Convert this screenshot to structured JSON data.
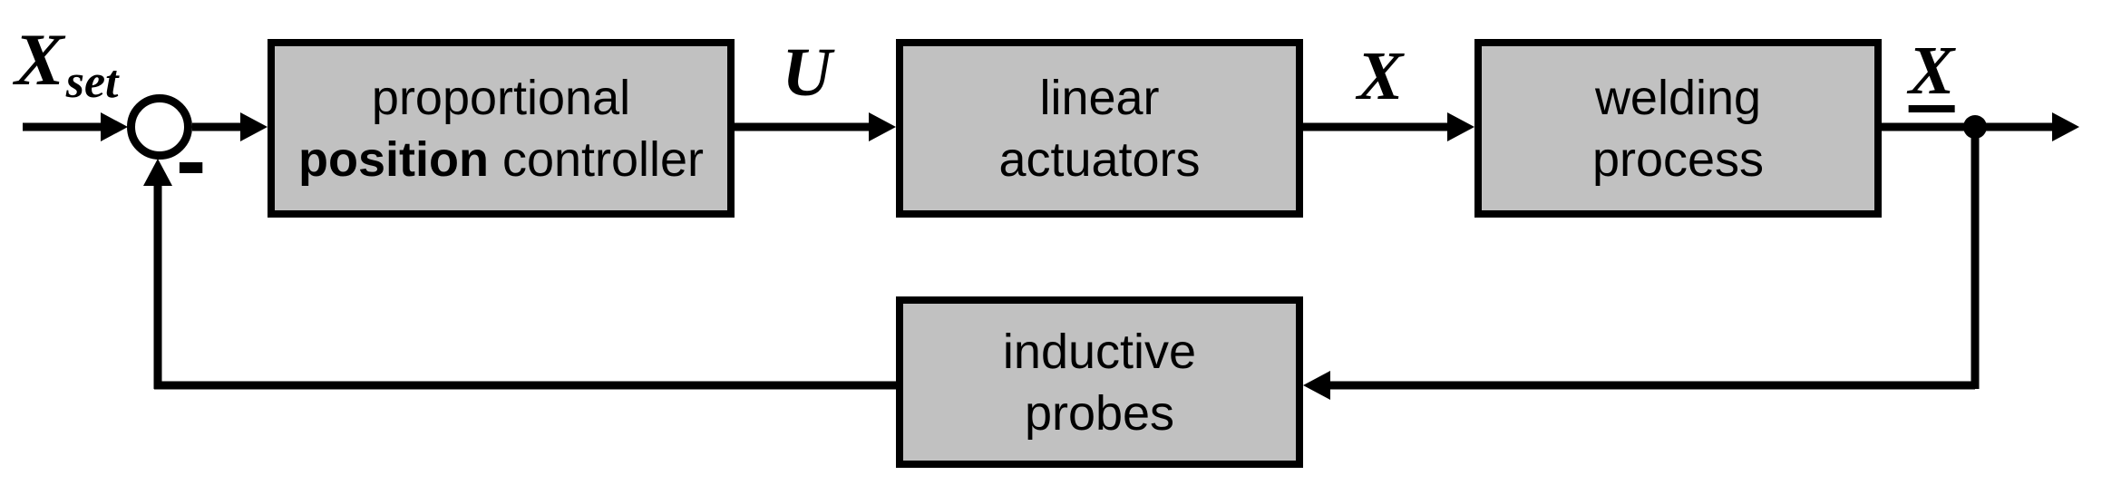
{
  "colors": {
    "background": "#ffffff",
    "block_fill": "#c1c1c1",
    "line": "#000000"
  },
  "input": {
    "symbol": "X",
    "subscript": "set"
  },
  "summing": {
    "sign": "-"
  },
  "signals": {
    "controller_output": "U",
    "actuator_output": "X",
    "process_output": "X"
  },
  "blocks": {
    "controller": {
      "line1": "proportional",
      "line2_bold": "position",
      "line2_rest": " controller"
    },
    "actuators": {
      "line1": "linear",
      "line2": "actuators"
    },
    "process": {
      "line1": "welding",
      "line2": "process"
    },
    "probes": {
      "line1": "inductive",
      "line2": "probes"
    }
  }
}
